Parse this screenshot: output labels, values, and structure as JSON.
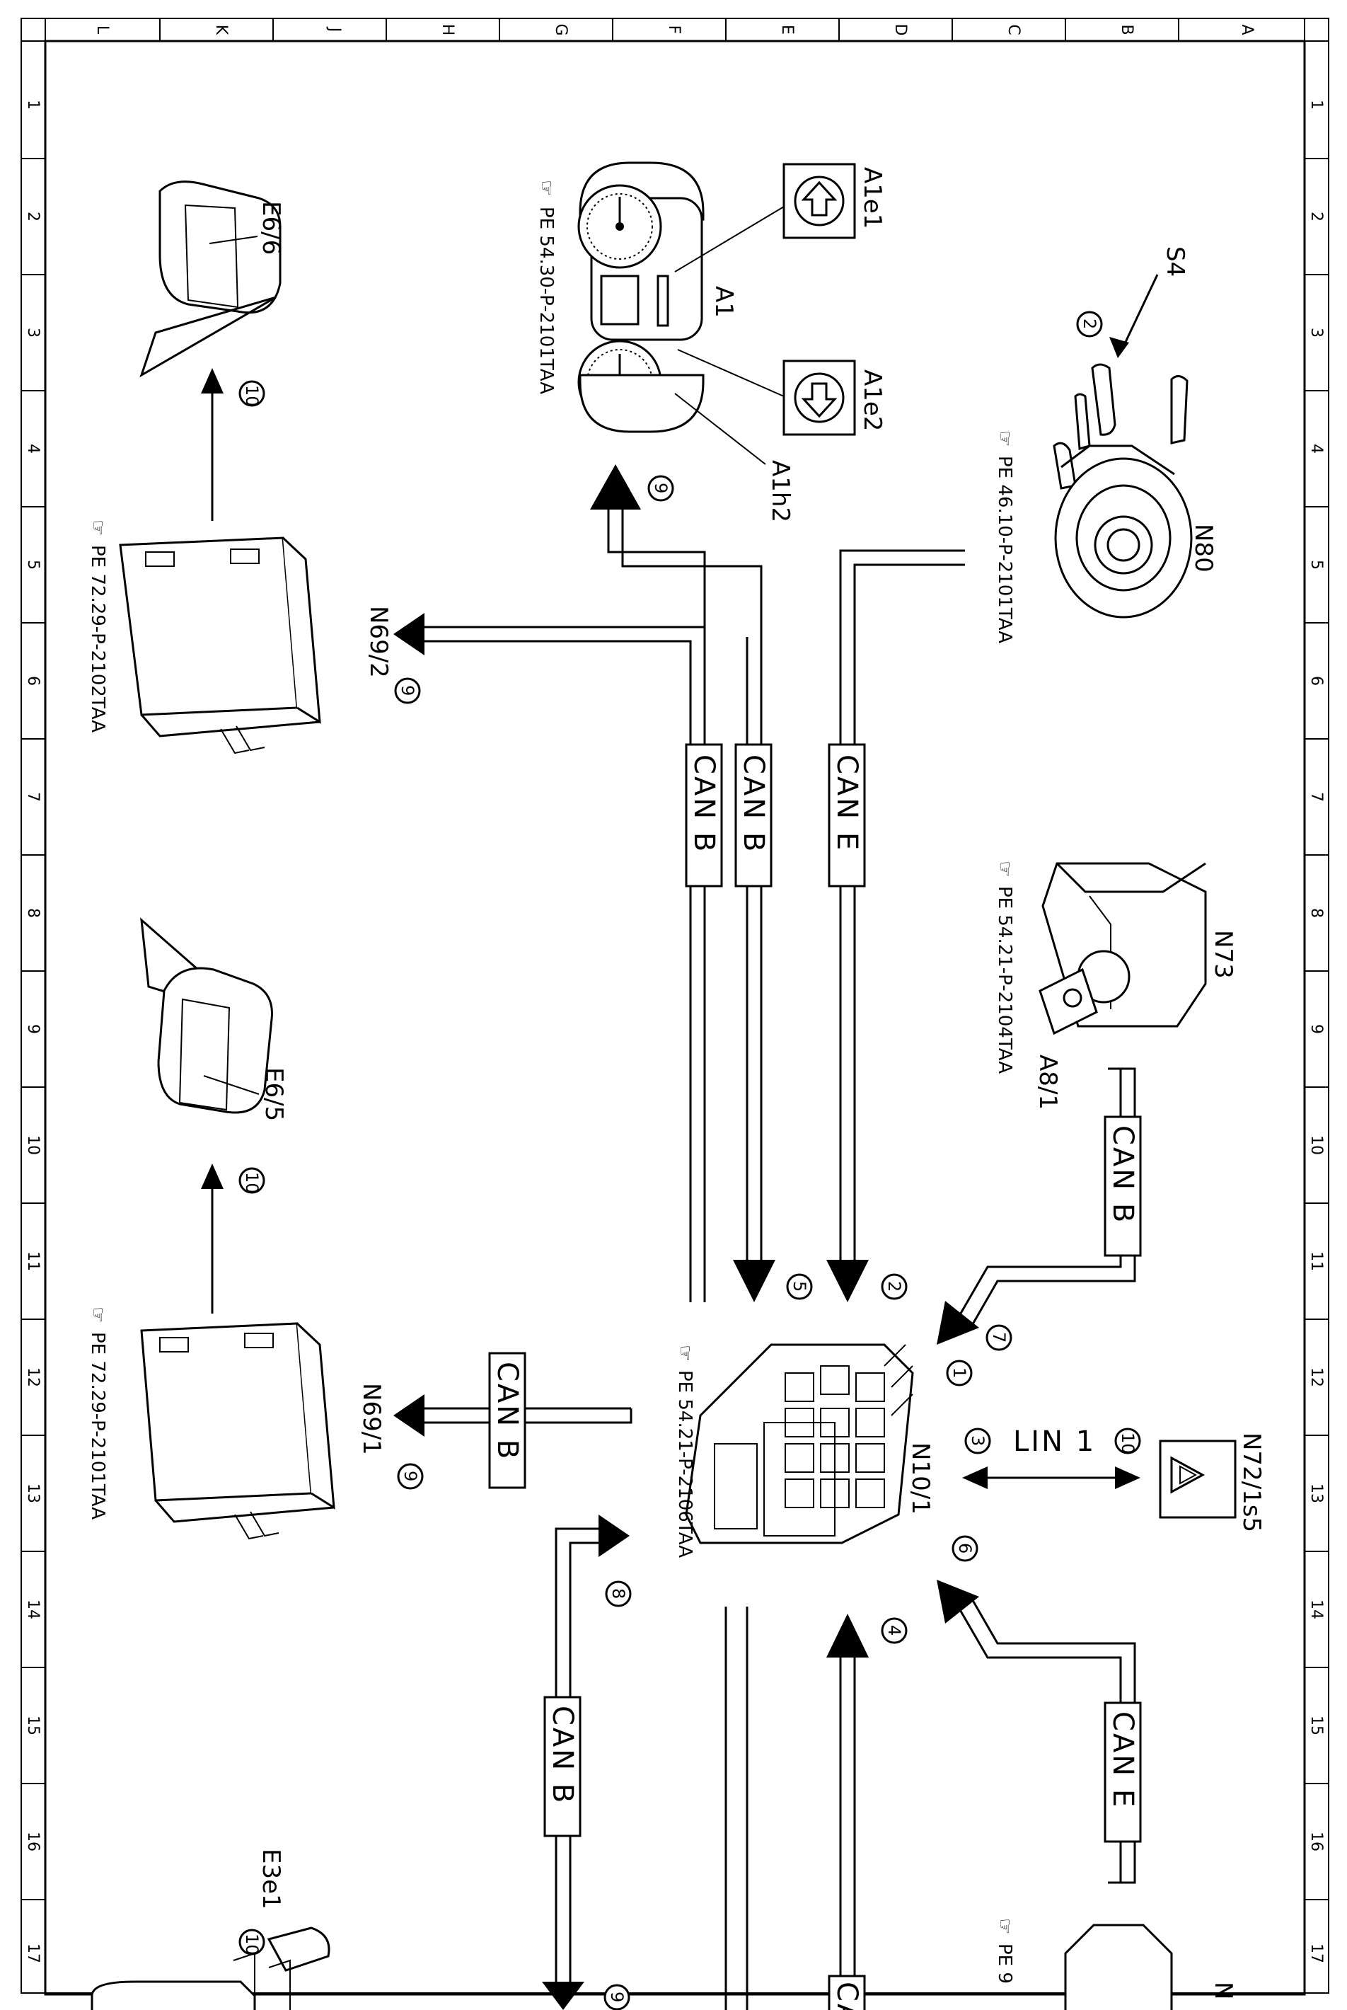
{
  "grid": {
    "columns": [
      "L",
      "K",
      "J",
      "H",
      "G",
      "F",
      "E",
      "D",
      "C",
      "B",
      "A"
    ],
    "rows": [
      "1",
      "2",
      "3",
      "4",
      "5",
      "6",
      "7",
      "8",
      "9",
      "10",
      "11",
      "12",
      "13",
      "14",
      "15",
      "16",
      "17"
    ]
  },
  "components": [
    {
      "id": "S4",
      "label": "S4"
    },
    {
      "id": "N80",
      "label": "N80"
    },
    {
      "id": "N73",
      "label": "N73"
    },
    {
      "id": "A8_1",
      "label": "A8/1"
    },
    {
      "id": "N72_1s5",
      "label": "N72/1s5"
    },
    {
      "id": "N10_1",
      "label": "N10/1"
    },
    {
      "id": "A1",
      "label": "A1"
    },
    {
      "id": "A1e1",
      "label": "A1e1"
    },
    {
      "id": "A1e2",
      "label": "A1e2"
    },
    {
      "id": "A1h2",
      "label": "A1h2"
    },
    {
      "id": "N69_2",
      "label": "N69/2"
    },
    {
      "id": "N69_1",
      "label": "N69/1"
    },
    {
      "id": "E6_6",
      "label": "E6/6"
    },
    {
      "id": "E6_5",
      "label": "E6/5"
    },
    {
      "id": "E3e1",
      "label": "E3e1"
    }
  ],
  "refs": {
    "n80": "PE 46.10-P-2101TAA",
    "a1": "PE 54.30-P-2101TAA",
    "n73": "PE 54.21-P-2104TAA",
    "n69_2": "PE 72.29-P-2102TAA",
    "n69_1": "PE 72.29-P-2101TAA",
    "n10_1": "PE 54.21-P-2106TAA",
    "bottom_partial": "PE 9"
  },
  "buses": {
    "can_b": "CAN B",
    "can_e": "CAN E",
    "lin_1": "LIN 1",
    "partial": "CA"
  },
  "steps": [
    "1",
    "2",
    "3",
    "4",
    "5",
    "6",
    "7",
    "8",
    "9",
    "10"
  ],
  "partial_label": "N"
}
